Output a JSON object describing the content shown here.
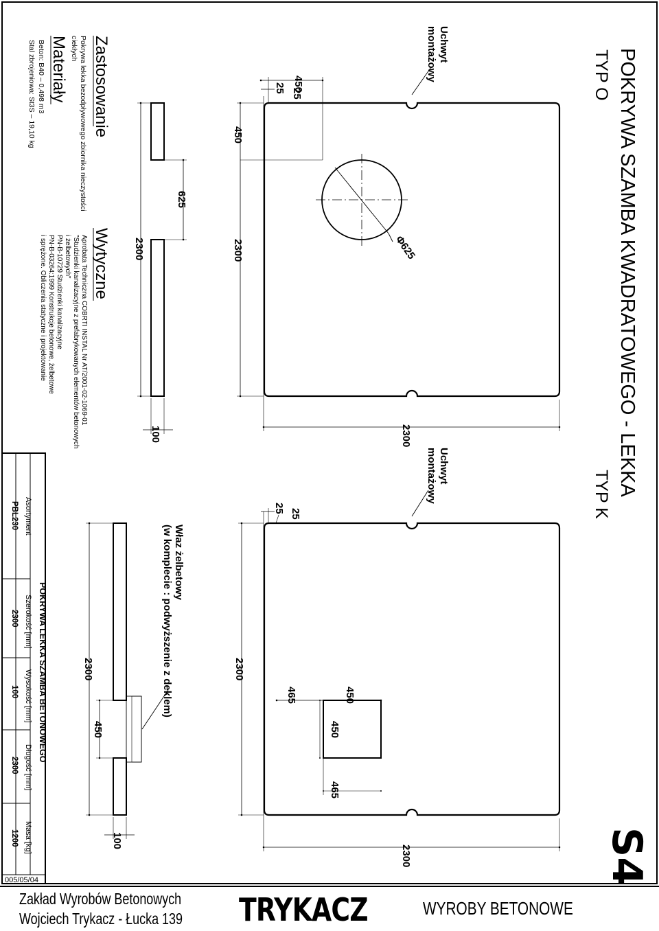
{
  "header": {
    "title": "POKRYWA SZAMBA KWADRATOWEGO - LEKKA",
    "sheet_code": "S4"
  },
  "type_o": {
    "label": "TYP O",
    "handle_label_line1": "Uchwyt",
    "handle_label_line2": "montażowy",
    "dim_overall_horizontal": "2300",
    "dim_overall_vertical": "2300",
    "dim_hole_offset": "450",
    "dim_hole_offset_top": "450",
    "dim_corner_25_a": "25",
    "dim_corner_25_b": "25",
    "dim_hole_diameter": "Φ625",
    "side_dim_length": "2300",
    "side_dim_opening": "625",
    "side_dim_thickness": "100"
  },
  "type_k": {
    "label": "TYP K",
    "handle_label_line1": "Uchwyt",
    "handle_label_line2": "montażowy",
    "manhole_label_line1": "Właz żelbetowy",
    "manhole_label_line2": "(w komplecie : podwyższenie z deklem)",
    "dim_overall_horizontal": "2300",
    "dim_overall_vertical": "2300",
    "dim_465_a": "465",
    "dim_450_a": "450",
    "dim_450_b": "450",
    "dim_465_b": "465",
    "dim_corner_25_a": "25",
    "dim_corner_25_b": "25",
    "side_dim_length": "2300",
    "side_dim_opening": "450",
    "side_dim_thickness": "100"
  },
  "application": {
    "heading": "Zastosowanie",
    "line1": "Pokrywa lekka bezodpływowego zbiornika nieczystości",
    "line2": "ciekłych"
  },
  "materials": {
    "heading": "Materiały",
    "line1": "Beton:  B40 – 0,498 m3",
    "line2": "Stal zbrojeniowa: St3S – 19,10 kg"
  },
  "guidelines": {
    "heading": "Wytyczne",
    "lines": [
      "Aprobata Techniczna COBRTI INSTAL Nr AT/2001-02-1069-01",
      "\"Studzienki kanalizacyjne z prefabrykowanych elementów betonowych",
      "  i żelbetowych\"",
      "PN-B-10729 Studzienki kanalizacyjne",
      "PN-B-03264:1999 Konstrukcje betonowe, żelbetowe",
      "  i sprężone. Obliczenia statyczne i projektowanie"
    ]
  },
  "spec_table": {
    "title": "POKRYWA LEKKA SZAMBA BETONOWEGO",
    "headers": [
      "Asortyment",
      "Szerokość [mm]",
      "Wysokość [mm]",
      "Długość [mm]",
      "Masa [kg]"
    ],
    "values": [
      "PBL230",
      "2300",
      "100",
      "2300",
      "1200"
    ],
    "doc_number": "005/05/04"
  },
  "footer": {
    "company_line1": "Zakład Wyrobów Betonowych",
    "company_line2": "Wojciech Trykacz - Łucka 139",
    "logo": "TRYKACZ",
    "tagline": "WYROBY BETONOWE"
  }
}
